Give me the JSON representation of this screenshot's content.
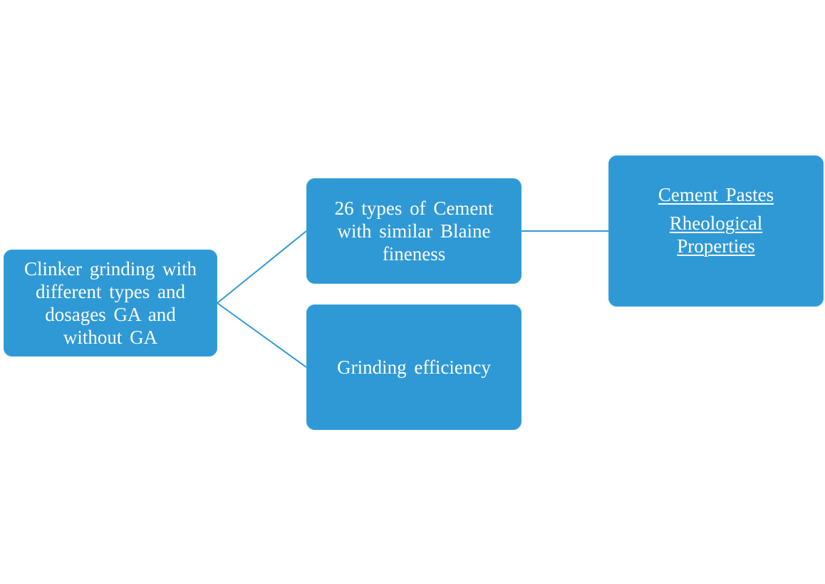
{
  "nodes": {
    "source": {
      "lines": [
        "Clinker grinding with",
        "different types and",
        "dosages GA and",
        "without GA"
      ]
    },
    "cement_types": {
      "lines": [
        "26 types of Cement",
        "with similar Blaine",
        "fineness"
      ]
    },
    "grinding_efficiency": {
      "label": "Grinding efficiency"
    },
    "rheology": {
      "title": "Cement Pastes",
      "lines": [
        "Rheological",
        "Properties"
      ]
    }
  },
  "colors": {
    "box_fill": "#2f99d6",
    "connector": "#2f99d6",
    "text": "#ffffff"
  }
}
